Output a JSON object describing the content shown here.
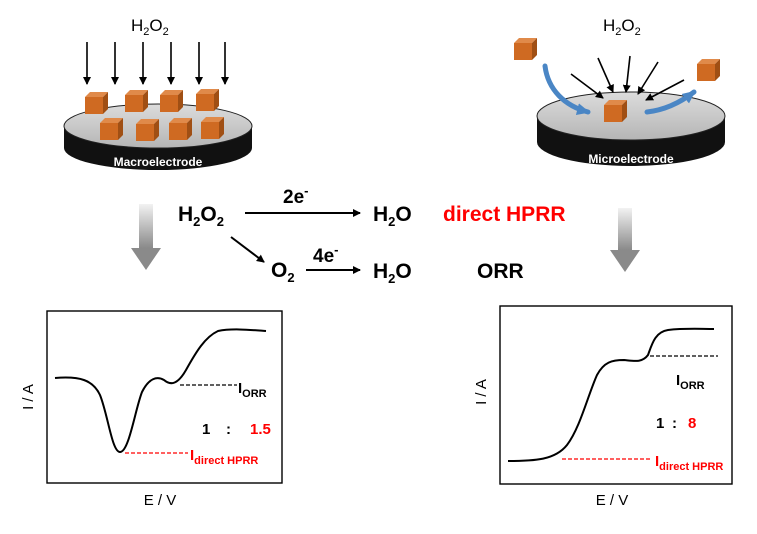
{
  "reactant": {
    "base": "H",
    "sub": "2",
    "mid": "O",
    "sub2": "2"
  },
  "electrodes": {
    "macro": "Macroelectrode",
    "micro": "Microelectrode"
  },
  "scheme": {
    "reactant": {
      "base": "H",
      "sub": "2",
      "mid": "O",
      "sub2": "2"
    },
    "two_e": {
      "base": "2e",
      "sup": "-"
    },
    "four_e": {
      "base": "4e",
      "sup": "-"
    },
    "water": {
      "base": "H",
      "sub": "2",
      "mid": "O"
    },
    "oxygen": {
      "base": "O",
      "sub": "2"
    },
    "pathway_direct": "direct HPRR",
    "pathway_orr": "ORR"
  },
  "plots": {
    "left": {
      "ylabel": "I / A",
      "xlabel": "E / V",
      "i_orr": {
        "base": "I",
        "sub": "ORR"
      },
      "i_direct": {
        "base": "I",
        "sub": "direct HPRR"
      },
      "ratio_a": "1",
      "colon": ":",
      "ratio_b": "1.5"
    },
    "right": {
      "ylabel": "I / A",
      "xlabel": "E / V",
      "i_orr": {
        "base": "I",
        "sub": "ORR"
      },
      "i_direct": {
        "base": "I",
        "sub": "direct HPRR"
      },
      "ratio_a": "1",
      "colon": ":",
      "ratio_b": "8"
    }
  },
  "colors": {
    "highlight": "#ff0000",
    "cube": "#cf6a22",
    "flow_arrow": "#4a86c5",
    "electrode_top": "#c8c8c8",
    "electrode_side": "#111111",
    "gray_arrow": "#8a8a8a"
  }
}
